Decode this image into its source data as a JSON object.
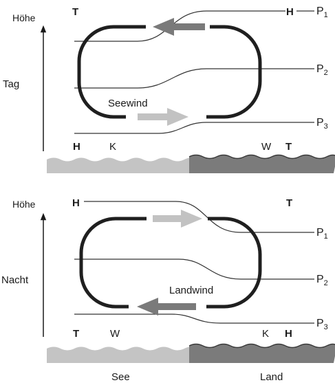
{
  "day": {
    "panel_label": "Tag",
    "axis_label": "Höhe",
    "top_left_pressure": "T",
    "top_right_pressure": "H",
    "wind_label": "Seewind",
    "isobars": [
      "P",
      "P",
      "P"
    ],
    "isobar_subs": [
      "1",
      "2",
      "3"
    ],
    "ground_left_pressure": "H",
    "ground_left_temp": "K",
    "ground_right_temp": "W",
    "ground_right_pressure": "T"
  },
  "night": {
    "panel_label": "Nacht",
    "axis_label": "Höhe",
    "top_left_pressure": "H",
    "top_right_pressure": "T",
    "wind_label": "Landwind",
    "isobars": [
      "P",
      "P",
      "P"
    ],
    "isobar_subs": [
      "1",
      "2",
      "3"
    ],
    "ground_left_pressure": "T",
    "ground_left_temp": "W",
    "ground_right_temp": "K",
    "ground_right_pressure": "H"
  },
  "surface": {
    "sea_label": "See",
    "land_label": "Land"
  },
  "colors": {
    "sea": "#c4c4c4",
    "land": "#7b7b7b",
    "arrow_light": "#c2c2c2",
    "arrow_dark": "#7a7a7a",
    "loop": "#1f1f1f"
  }
}
